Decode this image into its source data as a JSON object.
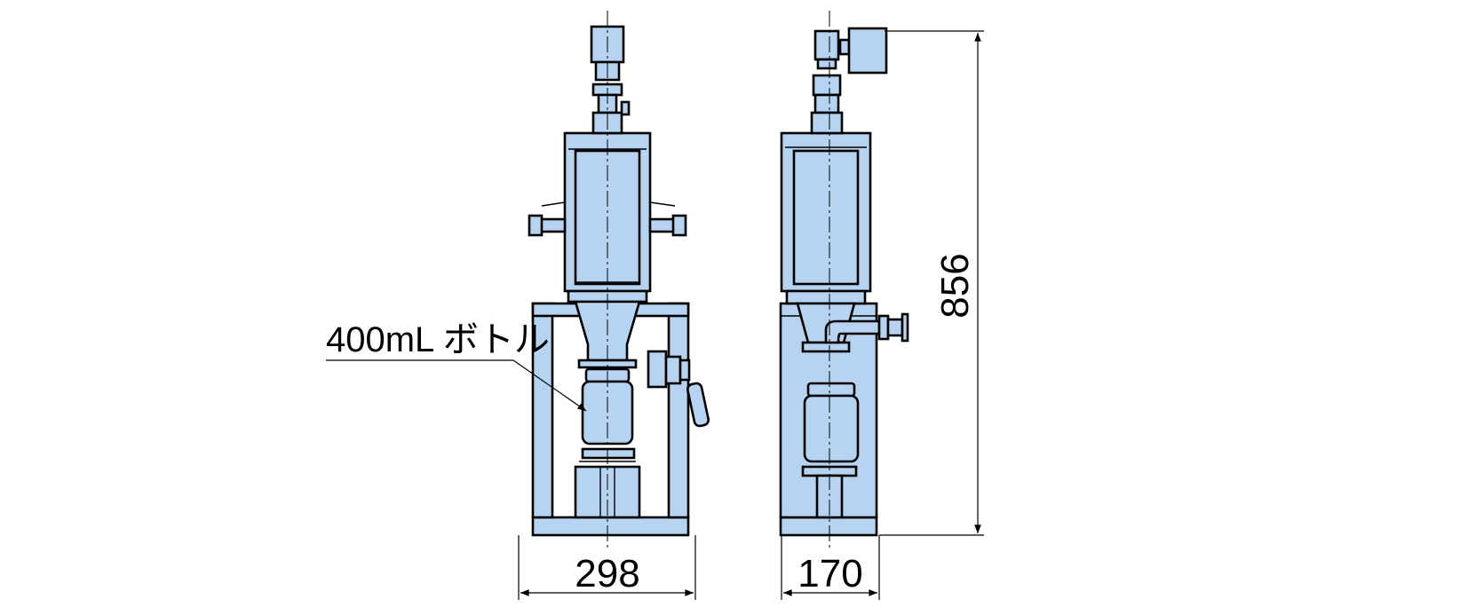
{
  "colors": {
    "part_fill": "#b7d3f2",
    "line": "#000000"
  },
  "callout": {
    "text": "400mL ボトル"
  },
  "dimensions": {
    "front_width": "298",
    "side_width": "170",
    "height": "856"
  }
}
